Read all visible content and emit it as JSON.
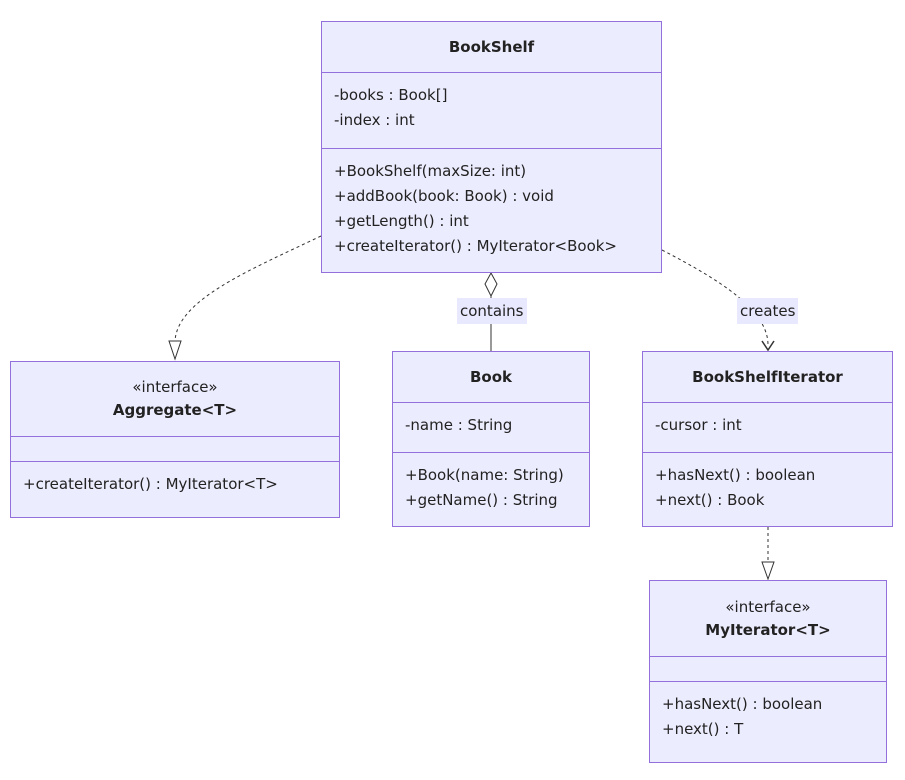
{
  "classes": {
    "bookshelf": {
      "name": "BookShelf",
      "attributes": [
        "-books : Book[]",
        "-index : int"
      ],
      "methods": [
        "+BookShelf(maxSize: int)",
        "+addBook(book: Book) : void",
        "+getLength() : int",
        "+createIterator() : MyIterator<Book>"
      ]
    },
    "aggregate": {
      "stereotype": "«interface»",
      "name": "Aggregate<T>",
      "attributes": [],
      "methods": [
        "+createIterator() : MyIterator<T>"
      ]
    },
    "book": {
      "name": "Book",
      "attributes": [
        "-name : String"
      ],
      "methods": [
        "+Book(name: String)",
        "+getName() : String"
      ]
    },
    "bookshelf_iterator": {
      "name": "BookShelfIterator",
      "attributes": [
        "-cursor : int"
      ],
      "methods": [
        "+hasNext() : boolean",
        "+next() : Book"
      ]
    },
    "my_iterator": {
      "stereotype": "«interface»",
      "name": "MyIterator<T>",
      "attributes": [],
      "methods": [
        "+hasNext() : boolean",
        "+next() : T"
      ]
    }
  },
  "relations": {
    "contains": {
      "label": "contains"
    },
    "creates": {
      "label": "creates"
    }
  },
  "colors": {
    "box_fill": "#ececff",
    "box_border": "#9370db",
    "edge": "#333333",
    "label_bg": "#e8e8ff"
  }
}
